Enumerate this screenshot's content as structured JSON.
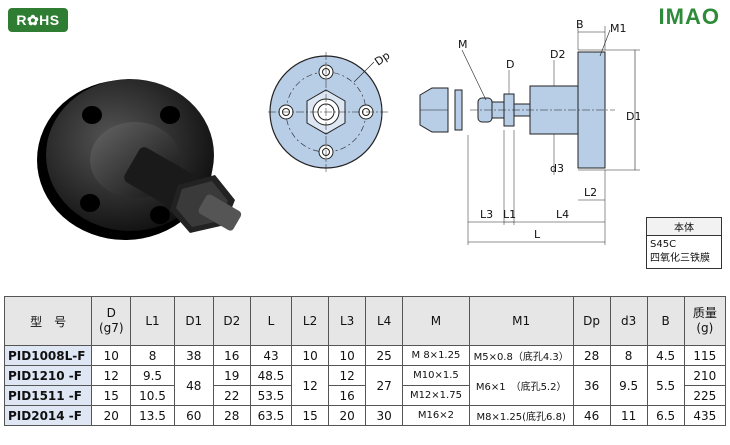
{
  "badges": {
    "rohs": "R✿HS",
    "brand": "IMAO"
  },
  "drawing_labels": {
    "dp": "Dp",
    "m": "M",
    "m1": "M1",
    "b": "B",
    "d": "D",
    "d2": "D2",
    "d1": "D1",
    "d3": "d3",
    "l": "L",
    "l1": "L1",
    "l2": "L2",
    "l3": "L3",
    "l4": "L4"
  },
  "material": {
    "header": "本体",
    "line1": "S45C",
    "line2": "四氧化三铁膜"
  },
  "table": {
    "headers": [
      "型　号",
      "D\n(g7)",
      "L1",
      "D1",
      "D2",
      "L",
      "L2",
      "L3",
      "L4",
      "M",
      "M1",
      "Dp",
      "d3",
      "B",
      "质量\n(g)"
    ],
    "rows": [
      [
        "PID1008L-F",
        "10",
        "8",
        "38",
        "16",
        "43",
        "10",
        "10",
        "25",
        "M 8×1.25",
        "M5×0.8（底孔4.3）",
        "28",
        "8",
        "4.5",
        "115"
      ],
      [
        "PID1210 -F",
        "12",
        "9.5",
        "48",
        "19",
        "48.5",
        "12",
        "12",
        "27",
        "M10×1.5",
        "M6×1　（底孔5.2）",
        "36",
        "9.5",
        "5.5",
        "210"
      ],
      [
        "PID1511 -F",
        "15",
        "10.5",
        "",
        "22",
        "53.5",
        "",
        "16",
        "",
        "M12×1.75",
        "",
        "",
        "",
        "",
        "225"
      ],
      [
        "PID2014 -F",
        "20",
        "13.5",
        "60",
        "28",
        "63.5",
        "15",
        "20",
        "30",
        "M16×2",
        "M8×1.25(底孔6.8)",
        "46",
        "11",
        "6.5",
        "435"
      ]
    ]
  }
}
